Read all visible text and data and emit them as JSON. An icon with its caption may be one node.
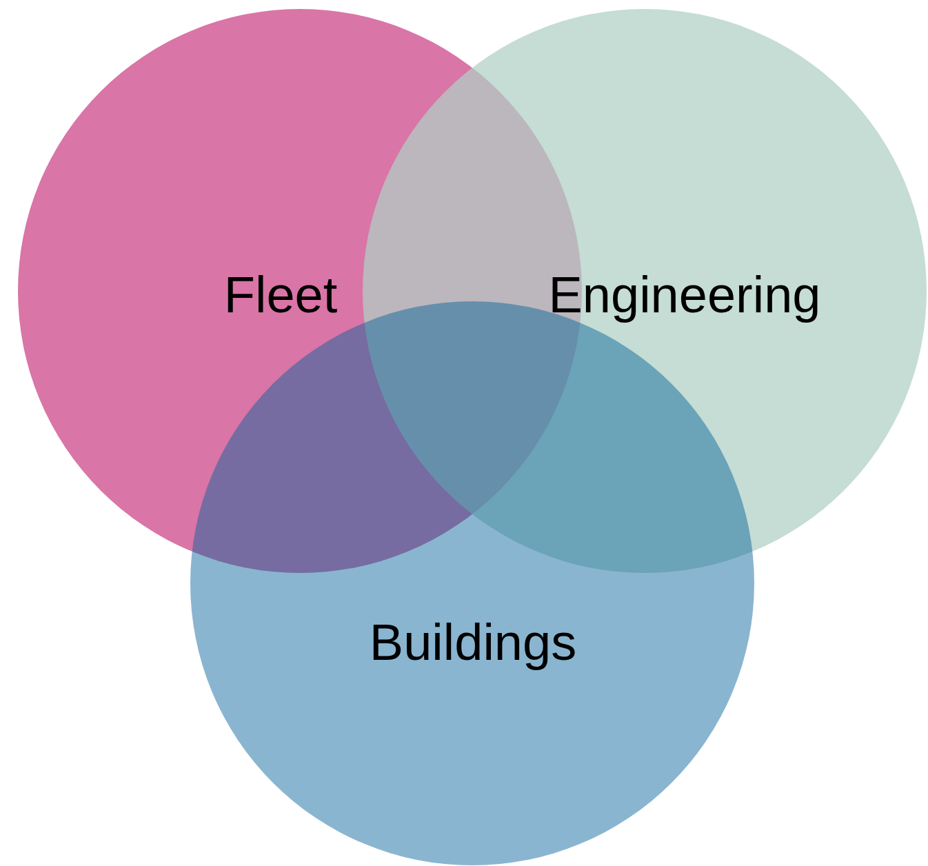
{
  "diagram": {
    "nodes": [
      {
        "text": [
          "Fleet"
        ]
      },
      {
        "text": [
          "Engineering"
        ]
      },
      {
        "text": [
          "Buildings"
        ]
      }
    ]
  }
}
